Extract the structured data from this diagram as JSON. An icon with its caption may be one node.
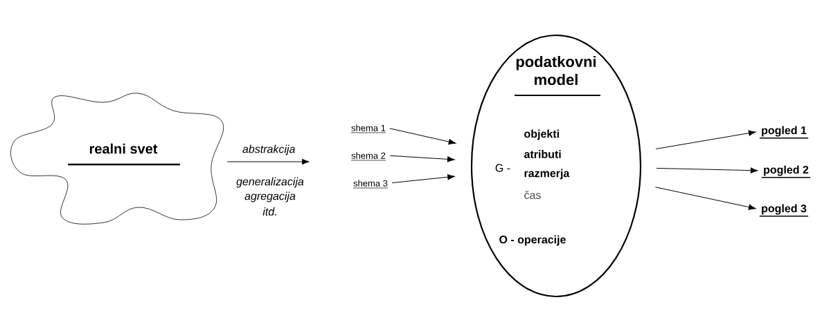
{
  "diagram": {
    "nodes": [
      {
        "text": [
          "realni svet"
        ]
      },
      {
        "text": [
          "shema 1"
        ]
      },
      {
        "text": [
          "shema 2"
        ]
      },
      {
        "text": [
          "shema 3"
        ]
      },
      {
        "text": [
          "podatkovni model",
          "G -",
          "objekti",
          "atributi",
          "razmerja",
          "čas",
          "O - operacije"
        ]
      },
      {
        "text": [
          "pogled 1"
        ]
      },
      {
        "text": [
          "pogled 2"
        ]
      },
      {
        "text": [
          "pogled 3"
        ]
      }
    ],
    "edges": [
      {
        "from": 0,
        "to": null,
        "arrow": "to",
        "label": "abstrakcija"
      },
      {
        "from": 1,
        "to": 4,
        "arrow": "to"
      },
      {
        "from": 2,
        "to": 4,
        "arrow": "to"
      },
      {
        "from": 3,
        "to": 4,
        "arrow": "to"
      },
      {
        "from": 4,
        "to": 5,
        "arrow": "to"
      },
      {
        "from": 4,
        "to": 6,
        "arrow": "to"
      },
      {
        "from": 4,
        "to": 7,
        "arrow": "to"
      }
    ],
    "labels": [
      "generalizacija",
      "agregacija",
      "itd."
    ]
  }
}
